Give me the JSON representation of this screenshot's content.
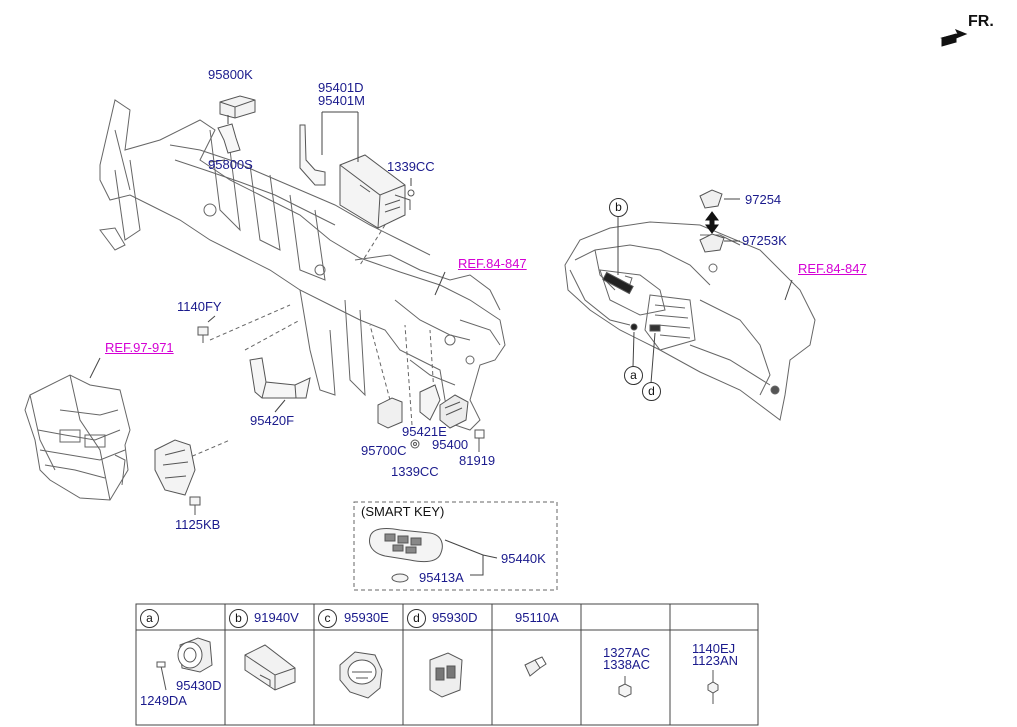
{
  "direction_label": "FR.",
  "labels": {
    "p95800K": "95800K",
    "p95800S": "95800S",
    "p95401D": "95401D",
    "p95401M": "95401M",
    "p1339CC_top": "1339CC",
    "ref_84_847_center": "REF.84-847",
    "p1140FY": "1140FY",
    "ref_97_971": "REF.97-971",
    "p95420F": "95420F",
    "p95700C": "95700C",
    "p95421E": "95421E",
    "p95400": "95400",
    "p81919": "81919",
    "p1339CC_bottom": "1339CC",
    "p1125KB": "1125KB",
    "p97254": "97254",
    "p97253K": "97253K",
    "ref_84_847_right": "REF.84-847",
    "callout_b": "b",
    "callout_a": "a",
    "callout_d": "d"
  },
  "smart_key": {
    "title": "(SMART KEY)",
    "p95440K": "95440K",
    "p95413A": "95413A"
  },
  "table": {
    "cells": [
      {
        "letter": "a",
        "part": "",
        "parts": [
          "95430D",
          "1249DA"
        ]
      },
      {
        "letter": "b",
        "part": "91940V",
        "parts": []
      },
      {
        "letter": "c",
        "part": "95930E",
        "parts": []
      },
      {
        "letter": "d",
        "part": "95930D",
        "parts": []
      },
      {
        "letter": "",
        "part": "95110A",
        "parts": []
      },
      {
        "letter": "",
        "part": "",
        "parts": [
          "1327AC",
          "1338AC"
        ]
      },
      {
        "letter": "",
        "part": "",
        "parts": [
          "1140EJ",
          "1123AN"
        ]
      }
    ]
  },
  "colors": {
    "part_number": "#1a1a8c",
    "reference": "#d400d4",
    "line_art": "#555555"
  }
}
